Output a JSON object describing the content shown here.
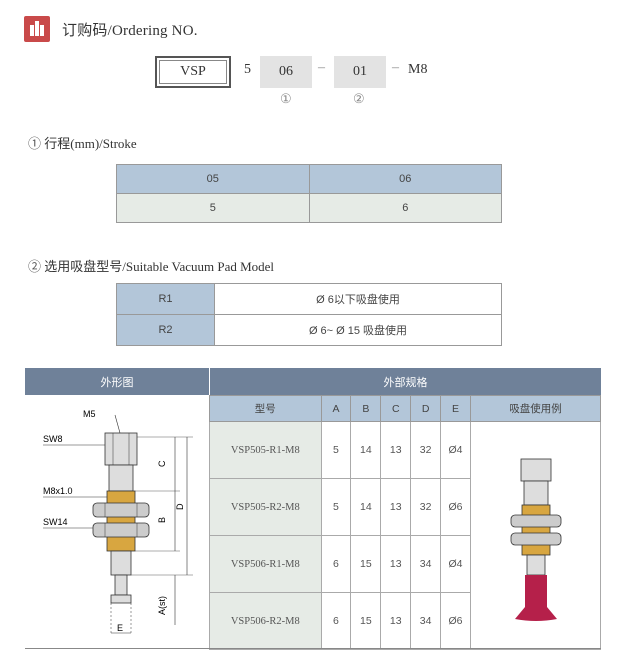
{
  "header": {
    "title": "订购码/Ordering NO."
  },
  "ordering": {
    "model": "VSP",
    "stroke_digit": "5",
    "stroke_code": "06",
    "sep1": "–",
    "pad_code": "01",
    "sep2": "–",
    "thread": "M8",
    "marker1": "①",
    "marker2": "②"
  },
  "stroke_section": {
    "marker": "①",
    "title": "行程(mm)/Stroke",
    "codes": [
      "05",
      "06"
    ],
    "values": [
      "5",
      "6"
    ]
  },
  "pad_section": {
    "marker": "②",
    "title": "选用吸盘型号/Suitable Vacuum Pad Model",
    "rows": [
      {
        "code": "R1",
        "desc": "Ø 6以下吸盘使用"
      },
      {
        "code": "R2",
        "desc": "Ø 6~ Ø 15 吸盘使用"
      }
    ]
  },
  "spec_table": {
    "left_header": "外形图",
    "right_header": "外部规格",
    "columns": [
      "型号",
      "A",
      "B",
      "C",
      "D",
      "E",
      "吸盘使用例"
    ],
    "rows": [
      {
        "model": "VSP505-R1-M8",
        "A": "5",
        "B": "14",
        "C": "13",
        "D": "32",
        "E": "Ø4"
      },
      {
        "model": "VSP505-R2-M8",
        "A": "5",
        "B": "14",
        "C": "13",
        "D": "32",
        "E": "Ø6"
      },
      {
        "model": "VSP506-R1-M8",
        "A": "6",
        "B": "15",
        "C": "13",
        "D": "34",
        "E": "Ø4"
      },
      {
        "model": "VSP506-R2-M8",
        "A": "6",
        "B": "15",
        "C": "13",
        "D": "34",
        "E": "Ø6"
      }
    ]
  },
  "drawing": {
    "labels": {
      "m5": "M5",
      "sw8": "SW8",
      "m8": "M8x1.0",
      "sw14": "SW14",
      "c": "C",
      "b": "B",
      "d": "D",
      "a": "A(st)",
      "e": "E"
    }
  },
  "colors": {
    "accent_red": "#c94a4a",
    "header_blue": "#6f8199",
    "cell_blue": "#b3c6d9",
    "cell_green": "#e6ebe6",
    "brass": "#d8a640",
    "pad_red": "#b5204a"
  }
}
